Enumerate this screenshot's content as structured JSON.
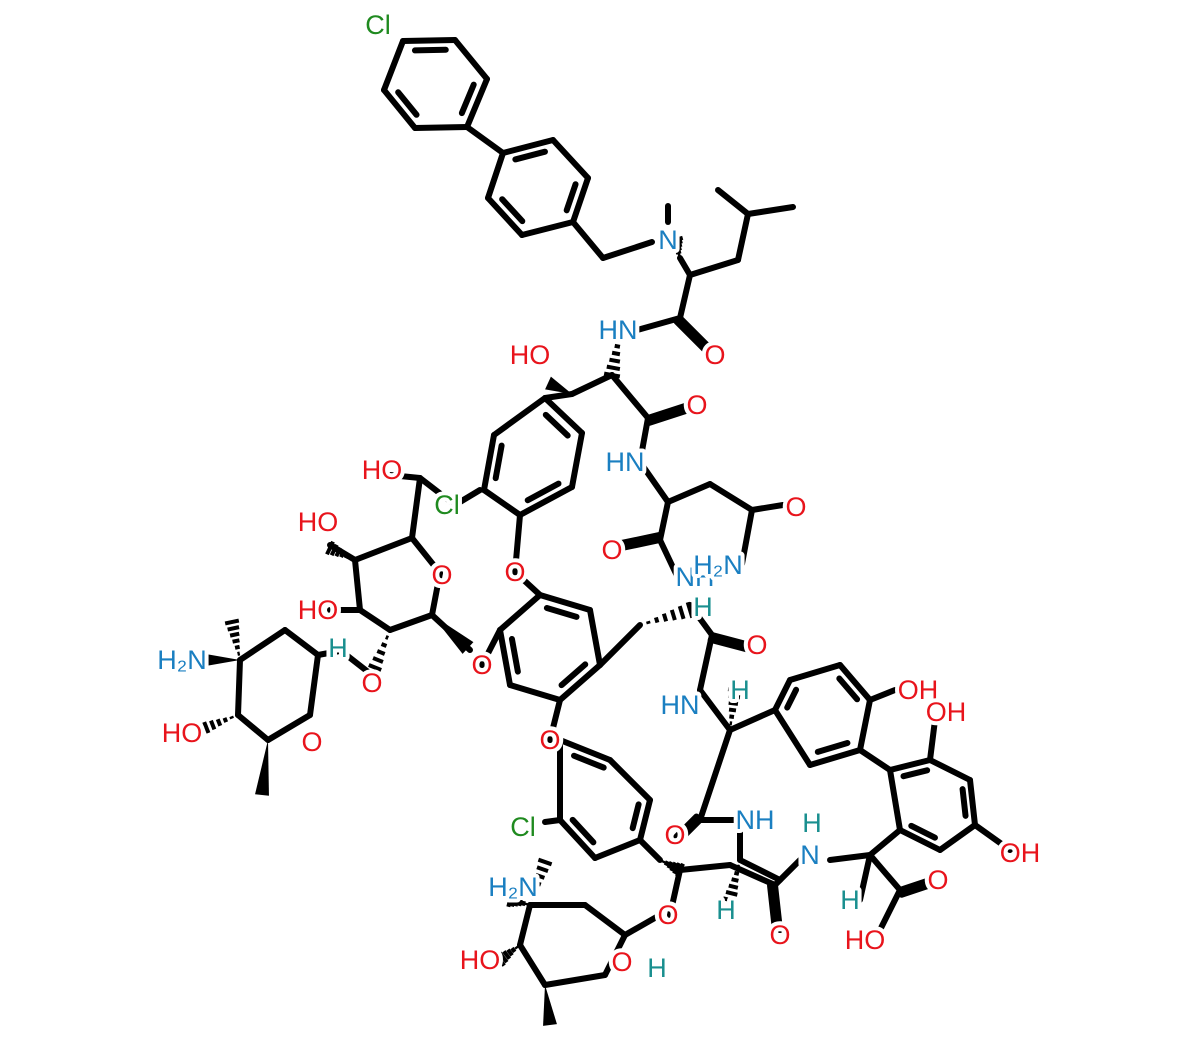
{
  "colors": {
    "bond": "#000000",
    "O": "#e8141c",
    "N": "#1a7fc1",
    "Cl": "#1f8a1f",
    "H": "#1a8f8f"
  },
  "labels": [
    {
      "id": "cl-top",
      "text": "Cl",
      "el": "Cl"
    },
    {
      "id": "n-methyl",
      "text": "N",
      "el": "N"
    },
    {
      "id": "hn-1",
      "text": "HN",
      "el": "N"
    },
    {
      "id": "o-1",
      "text": "O",
      "el": "O"
    },
    {
      "id": "ho-1",
      "text": "HO",
      "el": "O"
    },
    {
      "id": "o-2",
      "text": "O",
      "el": "O"
    },
    {
      "id": "hn-2",
      "text": "HN",
      "el": "N"
    },
    {
      "id": "ho-ch2",
      "text": "HO",
      "el": "O"
    },
    {
      "id": "cl-mid",
      "text": "Cl",
      "el": "Cl"
    },
    {
      "id": "o-3",
      "text": "O",
      "el": "O"
    },
    {
      "id": "ho-sug1",
      "text": "HO",
      "el": "O"
    },
    {
      "id": "o-4",
      "text": "O",
      "el": "O"
    },
    {
      "id": "nh-1",
      "text": "NH",
      "el": "N"
    },
    {
      "id": "h2n-amide",
      "text": "H₂N",
      "el": "N"
    },
    {
      "id": "o-ring1",
      "text": "O",
      "el": "O"
    },
    {
      "id": "ho-sug2",
      "text": "HO",
      "el": "O"
    },
    {
      "id": "o-ether1",
      "text": "O",
      "el": "O"
    },
    {
      "id": "h-1",
      "text": "H",
      "el": "H"
    },
    {
      "id": "o-5",
      "text": "O",
      "el": "O"
    },
    {
      "id": "h2n-1",
      "text": "H₂N",
      "el": "N"
    },
    {
      "id": "h-2",
      "text": "H",
      "el": "H"
    },
    {
      "id": "o-link",
      "text": "O",
      "el": "O"
    },
    {
      "id": "o-ether2",
      "text": "O",
      "el": "O"
    },
    {
      "id": "hn-3",
      "text": "HN",
      "el": "N"
    },
    {
      "id": "h-3",
      "text": "H",
      "el": "H"
    },
    {
      "id": "oh-1",
      "text": "OH",
      "el": "O"
    },
    {
      "id": "oh-2",
      "text": "OH",
      "el": "O"
    },
    {
      "id": "ho-2",
      "text": "HO",
      "el": "O"
    },
    {
      "id": "o-ring2",
      "text": "O",
      "el": "O"
    },
    {
      "id": "o-ether3",
      "text": "O",
      "el": "O"
    },
    {
      "id": "cl-low",
      "text": "Cl",
      "el": "Cl"
    },
    {
      "id": "o-6",
      "text": "O",
      "el": "O"
    },
    {
      "id": "nh-2",
      "text": "NH",
      "el": "N"
    },
    {
      "id": "h-4",
      "text": "H",
      "el": "H"
    },
    {
      "id": "n-4",
      "text": "N",
      "el": "N"
    },
    {
      "id": "oh-3",
      "text": "OH",
      "el": "O"
    },
    {
      "id": "h2n-2",
      "text": "H₂N",
      "el": "N"
    },
    {
      "id": "o-7",
      "text": "O",
      "el": "O"
    },
    {
      "id": "h-5",
      "text": "H",
      "el": "H"
    },
    {
      "id": "o-8",
      "text": "O",
      "el": "O"
    },
    {
      "id": "ho-3",
      "text": "HO",
      "el": "O"
    },
    {
      "id": "o-ring3",
      "text": "O",
      "el": "O"
    },
    {
      "id": "h-6",
      "text": "H",
      "el": "H"
    },
    {
      "id": "o-9",
      "text": "O",
      "el": "O"
    },
    {
      "id": "h-7",
      "text": "H",
      "el": "H"
    },
    {
      "id": "ho-4",
      "text": "HO",
      "el": "O"
    }
  ]
}
